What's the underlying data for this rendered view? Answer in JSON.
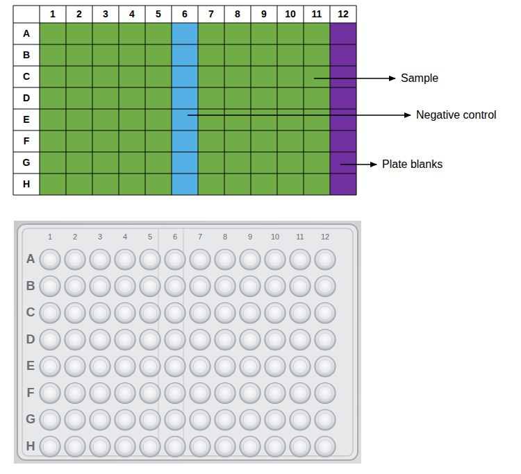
{
  "diagram": {
    "labels": [
      "1",
      "2",
      "3",
      "4",
      "5",
      "6",
      "7",
      "8",
      "9",
      "10",
      "11",
      "12",
      "A",
      "B",
      "C",
      "D",
      "E",
      "F",
      "G",
      "H",
      "Sample",
      "Negative control",
      "Plate blanks",
      "1",
      "2",
      "3",
      "4",
      "5",
      "6",
      "7",
      "8",
      "9",
      "10",
      "11",
      "12",
      "A",
      "B",
      "C",
      "D",
      "E",
      "F",
      "G",
      "H"
    ]
  }
}
